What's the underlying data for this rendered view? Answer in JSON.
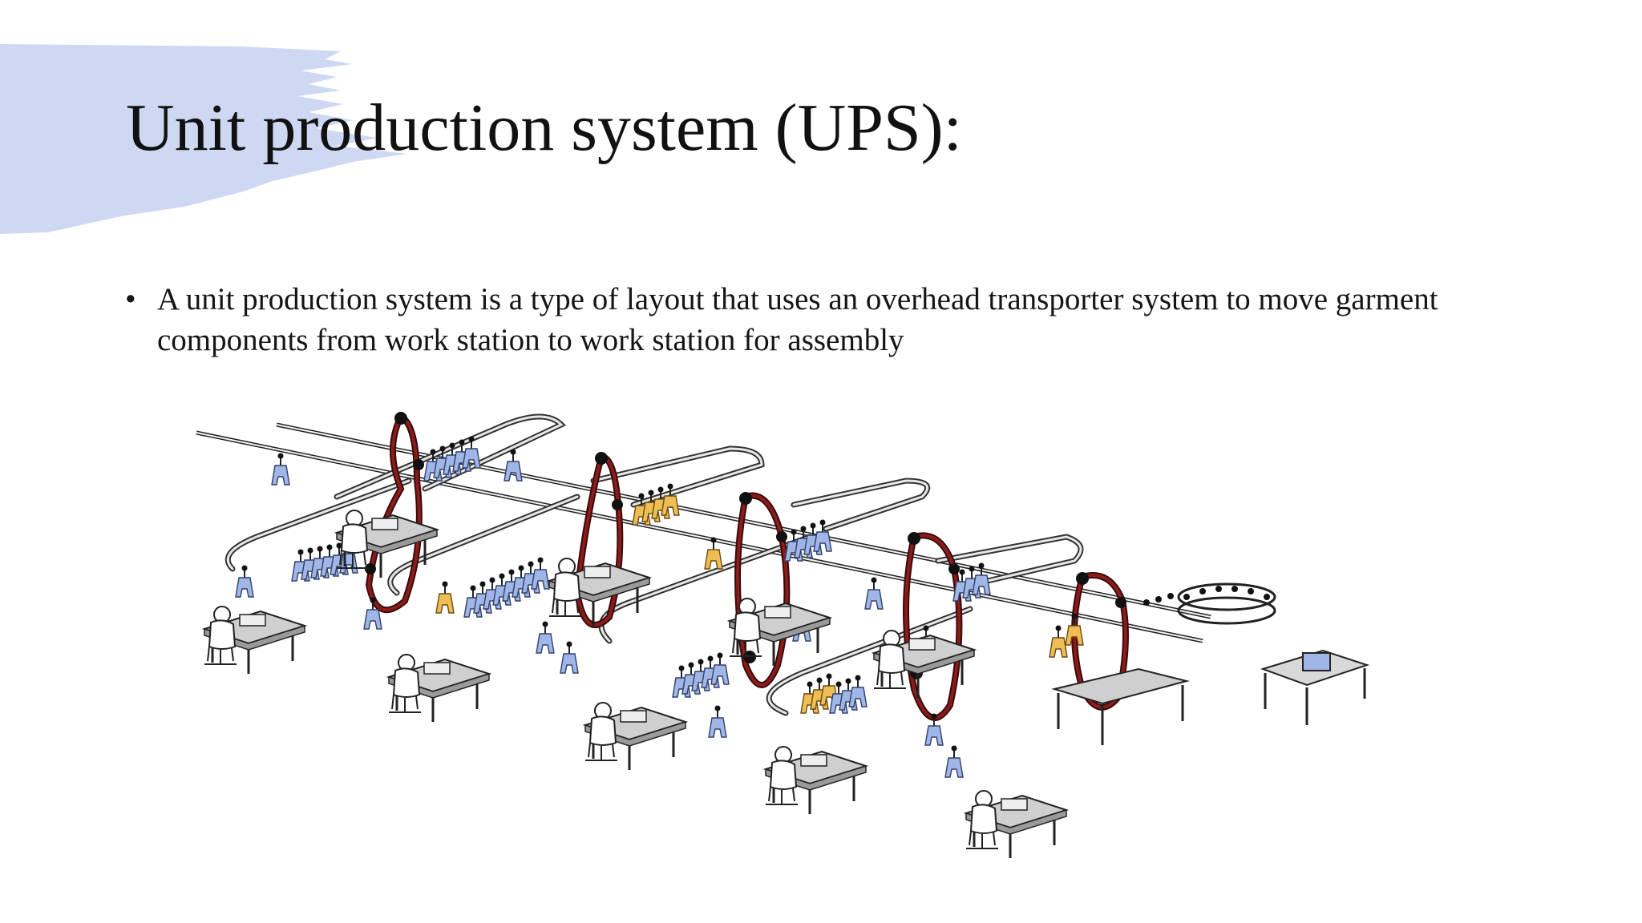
{
  "slide": {
    "title": "Unit production system (UPS):",
    "bullets": [
      {
        "marker": "•",
        "text": "A unit production system is a type of layout that uses an overhead transporter system to move garment components from work station to work station for assembly"
      }
    ]
  },
  "illustration": {
    "subject": "overhead-transporter-line-drawing"
  },
  "colors": {
    "brush_accent": "#cfd8f3",
    "rail": "#555555",
    "conveyor_loop": "#8a1c1c",
    "garment_blue": "#9fb6e6",
    "garment_yellow": "#f0bd55",
    "desk": "#c9c9c9"
  }
}
